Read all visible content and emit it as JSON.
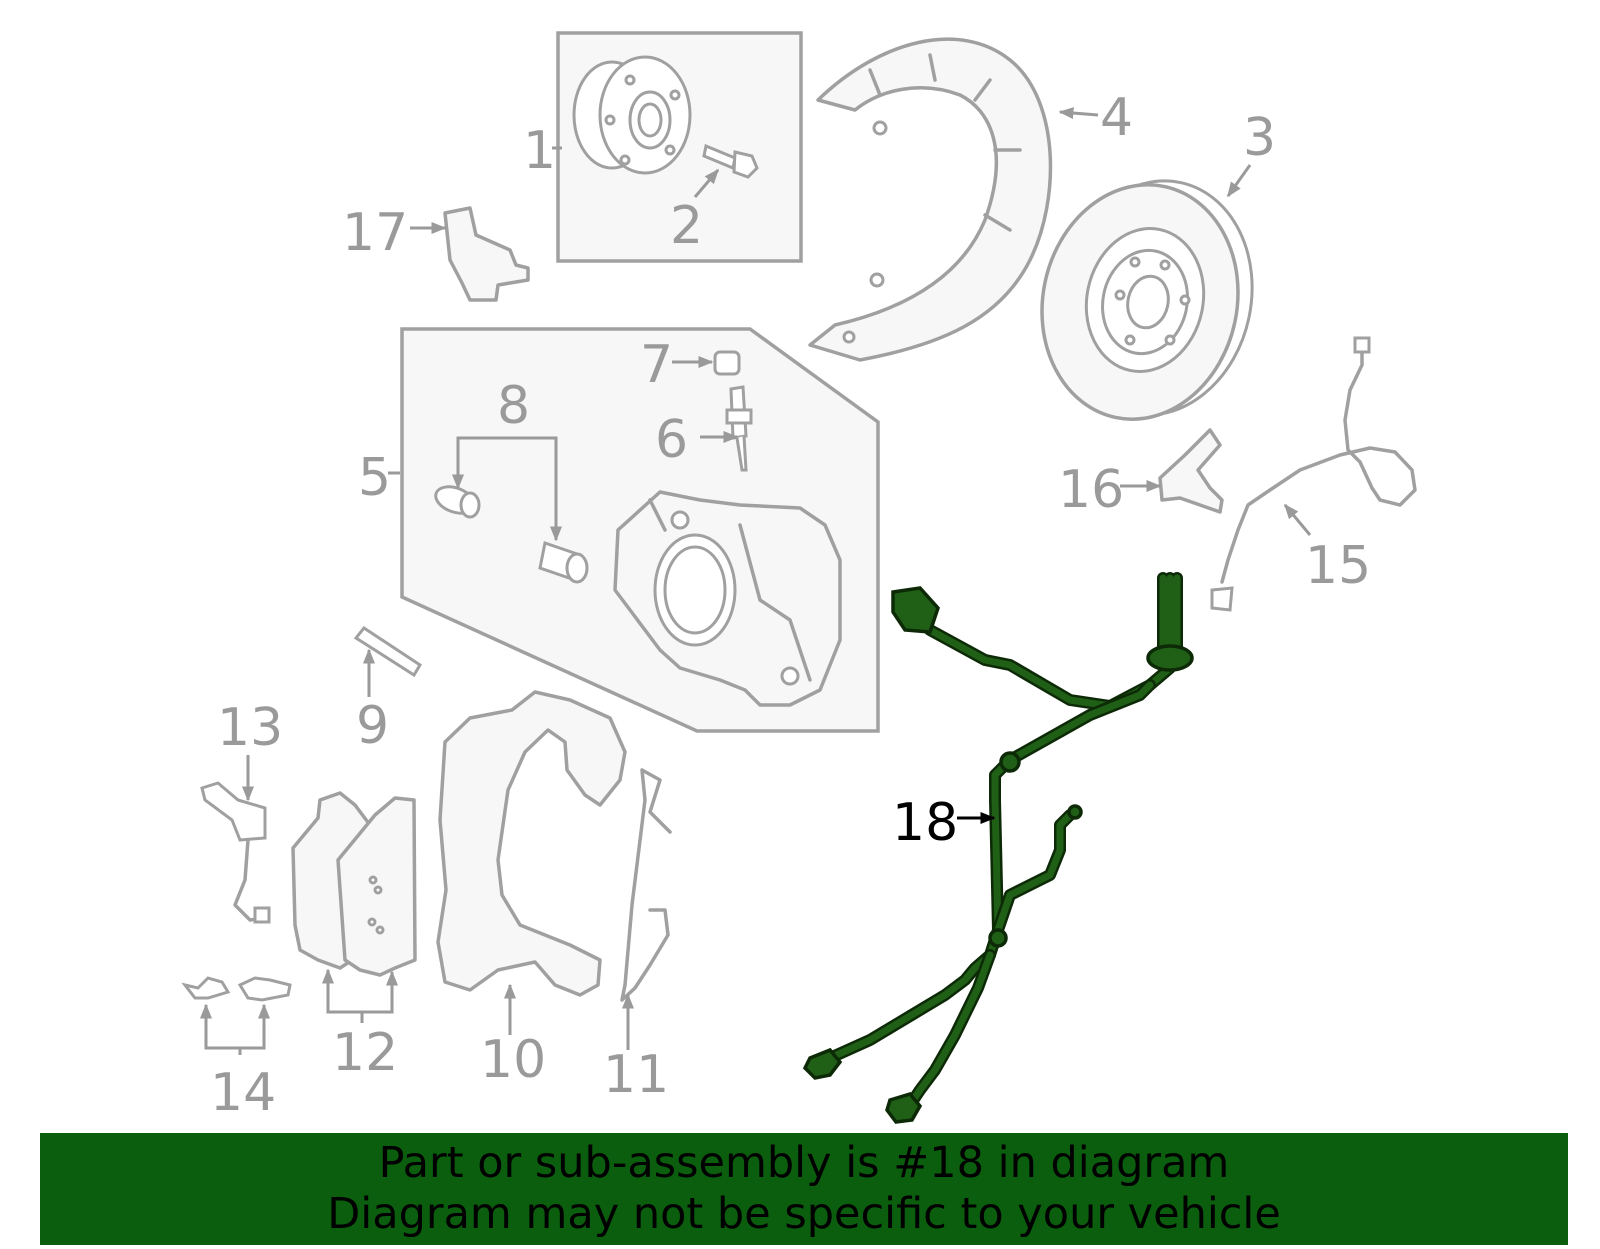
{
  "highlight_color": "#1f5f16",
  "banner_color": "#0b5e0e",
  "labels": {
    "p1": "1",
    "p2": "2",
    "p3": "3",
    "p4": "4",
    "p5": "5",
    "p6": "6",
    "p7": "7",
    "p8": "8",
    "p9": "9",
    "p10": "10",
    "p11": "11",
    "p12": "12",
    "p13": "13",
    "p14": "14",
    "p15": "15",
    "p16": "16",
    "p17": "17",
    "p18": "18"
  },
  "highlighted_part": "18",
  "banner": {
    "line1": "Part or sub-assembly is #18 in diagram",
    "line2": "Diagram may not be specific to your vehicle"
  }
}
